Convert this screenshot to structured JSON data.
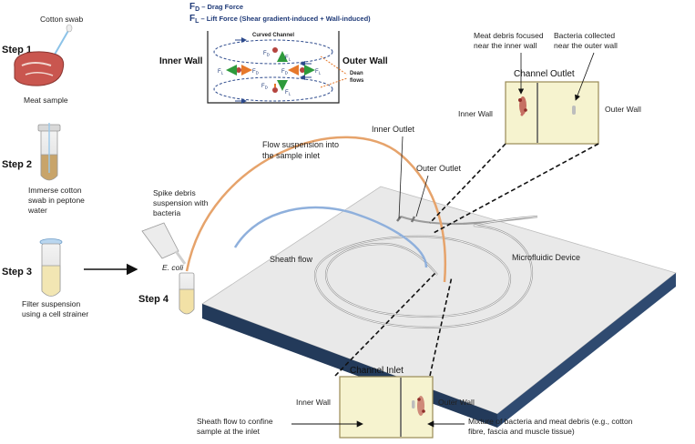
{
  "legend": {
    "drag_symbol": "F",
    "drag_sub": "D",
    "drag_text": " – Drag Force",
    "lift_symbol": "F",
    "lift_sub": "L",
    "lift_text": " – Lift Force (Shear gradient-induced + Wall-induced)"
  },
  "channel_diagram": {
    "title": "Curved Channel",
    "inner_wall": "Inner Wall",
    "outer_wall": "Outer Wall",
    "dean_flows_line1": "Dean",
    "dean_flows_line2": "flows",
    "force_labels": {
      "fd": "F",
      "fd_sub": "D",
      "fl": "F",
      "fl_sub": "L"
    }
  },
  "steps": {
    "step1": {
      "label": "Step 1",
      "tool": "Cotton swab",
      "sample": "Meat sample"
    },
    "step2": {
      "label": "Step 2",
      "desc1": "Immerse cotton",
      "desc2": "swab in peptone",
      "desc3": "water"
    },
    "step3": {
      "label": "Step 3",
      "desc1": "Filter suspension",
      "desc2": "using a cell strainer"
    },
    "step4": {
      "label": "Step 4",
      "desc1": "Spike debris",
      "desc2": "suspension with",
      "desc3": "bacteria",
      "organism": "E. coli"
    }
  },
  "device": {
    "flow_into_inlet1": "Flow suspension into",
    "flow_into_inlet2": "the sample inlet",
    "sheath_flow": "Sheath flow",
    "device_name": "Microfluidic Device",
    "inner_outlet": "Inner Outlet",
    "outer_outlet": "Outer Outlet"
  },
  "outlet_callout": {
    "title": "Channel Outlet",
    "inner_wall": "Inner Wall",
    "outer_wall": "Outer Wall",
    "note_left1": "Meat debris focused",
    "note_left2": "near the inner wall",
    "note_right1": "Bacteria collected",
    "note_right2": "near the outer wall"
  },
  "inlet_callout": {
    "title": "Channel Inlet",
    "inner_wall": "Inner Wall",
    "outer_wall": "Outer Wall",
    "note_left1": "Sheath flow to confine",
    "note_left2": "sample at the inlet",
    "note_right1": "Mixture of bacteria and meat debris (e.g., cotton",
    "note_right2": "fibre, fascia and muscle tissue)"
  },
  "colors": {
    "legend_blue": "#1f3a78",
    "panel_fill": "#f6f3cf",
    "panel_border": "#9a8a55",
    "sample_flow": "#e6a36b",
    "sheath_flow": "#8fb0dc",
    "device_top": "#e9e9e9",
    "device_base": "#233a5a",
    "debris": "#b5443f",
    "green_arrow": "#2e9a3c",
    "orange_arrow": "#e6782a"
  }
}
